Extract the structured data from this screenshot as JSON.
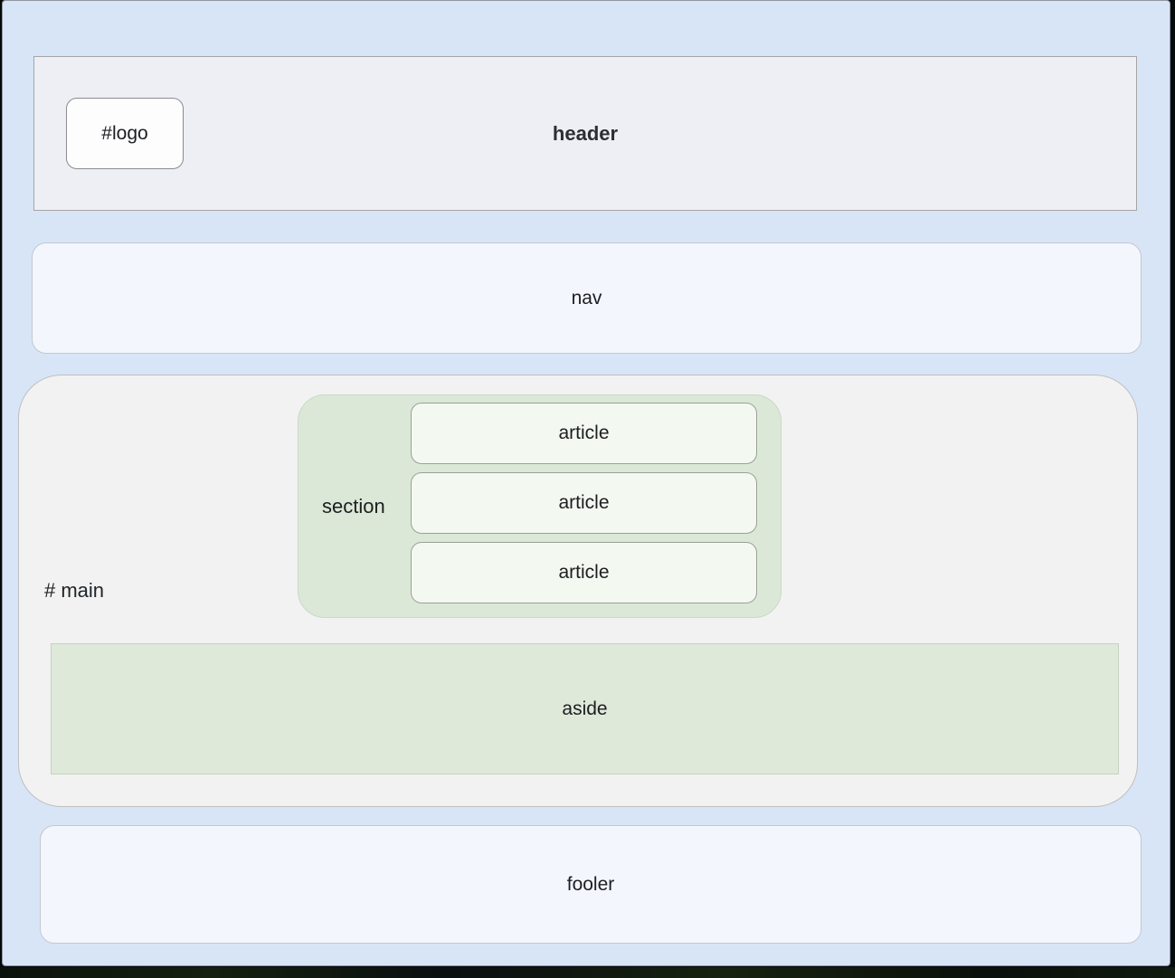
{
  "colors": {
    "page_background": "#d8e5f7",
    "header_background": "#edeff5",
    "nav_footer_background": "#f3f6fd",
    "main_background": "#f1f2f1",
    "section_background": "#dce8d7",
    "article_background": "#f3f8f0",
    "aside_background": "#dfe9da",
    "text": "#1c1e21"
  },
  "header": {
    "title": "header",
    "logo": "#logo"
  },
  "nav": {
    "label": "nav"
  },
  "main": {
    "label": "# main",
    "section": {
      "label": "section",
      "articles": [
        {
          "label": "article"
        },
        {
          "label": "article"
        },
        {
          "label": "article"
        }
      ]
    },
    "aside": {
      "label": "aside"
    }
  },
  "footer": {
    "label": "fooler"
  }
}
